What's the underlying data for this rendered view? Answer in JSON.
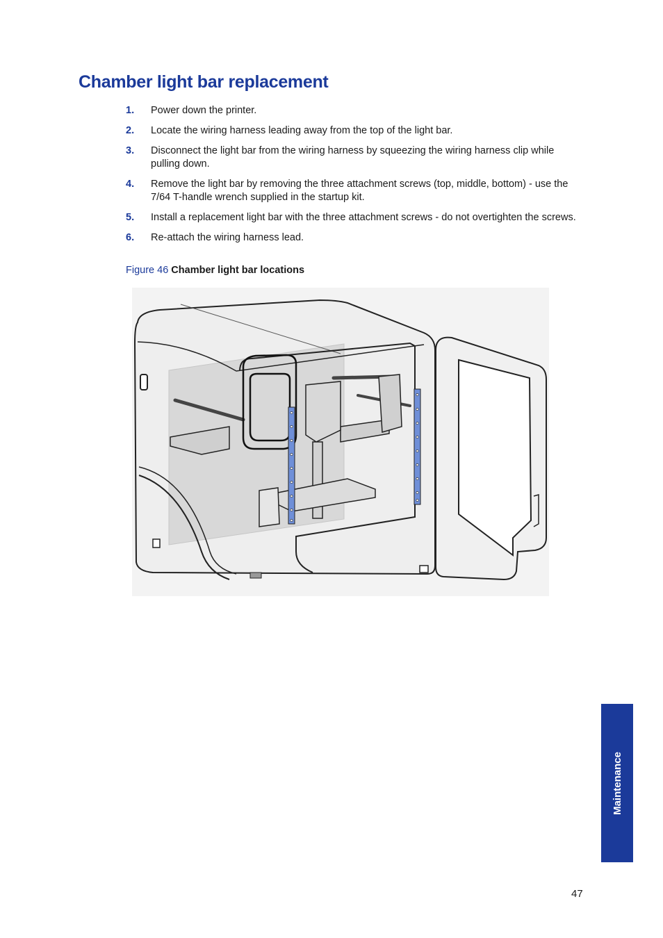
{
  "heading": "Chamber light bar replacement",
  "steps": [
    {
      "num": "1.",
      "text": "Power down the printer."
    },
    {
      "num": "2.",
      "text": "Locate the wiring harness leading away from the top of the light bar."
    },
    {
      "num": "3.",
      "text": "Disconnect the light bar from the wiring harness by squeezing the wiring harness clip while pulling down."
    },
    {
      "num": "4.",
      "text": "Remove the light bar by removing the three attachment screws (top, middle, bottom) - use the 7/64 T-handle wrench supplied in the startup kit."
    },
    {
      "num": "5.",
      "text": "Install a replacement light bar with the three attachment screws - do not overtighten the screws."
    },
    {
      "num": "6.",
      "text": "Re-attach the wiring harness lead."
    }
  ],
  "figure": {
    "label": "Figure 46",
    "caption": "Chamber light bar locations",
    "light_bar_color": "#6f8fd8"
  },
  "side_tab": "Maintenance",
  "page_number": "47",
  "accent_color": "#1b3a9a"
}
